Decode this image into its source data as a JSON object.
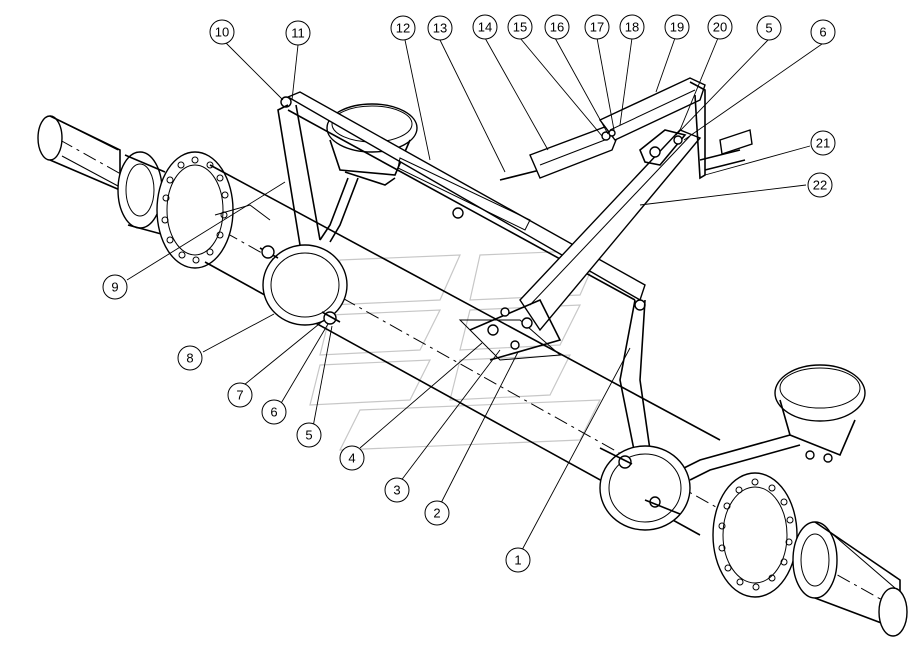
{
  "callouts": [
    {
      "id": "c10",
      "label": "10"
    },
    {
      "id": "c11",
      "label": "11"
    },
    {
      "id": "c12",
      "label": "12"
    },
    {
      "id": "c13",
      "label": "13"
    },
    {
      "id": "c14",
      "label": "14"
    },
    {
      "id": "c15",
      "label": "15"
    },
    {
      "id": "c16",
      "label": "16"
    },
    {
      "id": "c17",
      "label": "17"
    },
    {
      "id": "c18",
      "label": "18"
    },
    {
      "id": "c19",
      "label": "19"
    },
    {
      "id": "c20",
      "label": "20"
    },
    {
      "id": "c5a",
      "label": "5"
    },
    {
      "id": "c6a",
      "label": "6"
    },
    {
      "id": "c21",
      "label": "21"
    },
    {
      "id": "c22",
      "label": "22"
    },
    {
      "id": "c9",
      "label": "9"
    },
    {
      "id": "c8",
      "label": "8"
    },
    {
      "id": "c7",
      "label": "7"
    },
    {
      "id": "c6b",
      "label": "6"
    },
    {
      "id": "c5b",
      "label": "5"
    },
    {
      "id": "c4",
      "label": "4"
    },
    {
      "id": "c3",
      "label": "3"
    },
    {
      "id": "c2",
      "label": "2"
    },
    {
      "id": "c1",
      "label": "1"
    }
  ]
}
